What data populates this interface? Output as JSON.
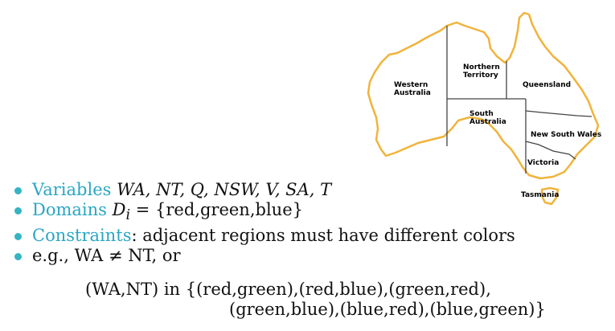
{
  "map": {
    "outline_color": "#f0b43c",
    "border_color": "#444444",
    "regions": {
      "wa": [
        "Western",
        "Australia"
      ],
      "nt": [
        "Northern",
        "Territory"
      ],
      "q": [
        "Queensland"
      ],
      "sa": [
        "South",
        "Australia"
      ],
      "nsw": [
        "New South Wales"
      ],
      "v": [
        "Victoria"
      ],
      "t": [
        "Tasmania"
      ]
    }
  },
  "bullets": {
    "variables": {
      "label": "Variables",
      "value": "WA, NT, Q, NSW, V, SA, T"
    },
    "domains": {
      "label": "Domains",
      "symbol": "D",
      "subscript": "i",
      "value": " = {red,green,blue}"
    },
    "constraints": {
      "label": "Constraints",
      "value": ": adjacent regions must have different colors"
    },
    "example": {
      "line1": "e.g., WA ≠ NT, or",
      "line2": "(WA,NT) in {(red,green),(red,blue),(green,red),",
      "line3": "(green,blue),(blue,red),(blue,green)}"
    }
  },
  "colors": {
    "accent": "#2aa6c4",
    "bullet": "#35b4c3"
  }
}
